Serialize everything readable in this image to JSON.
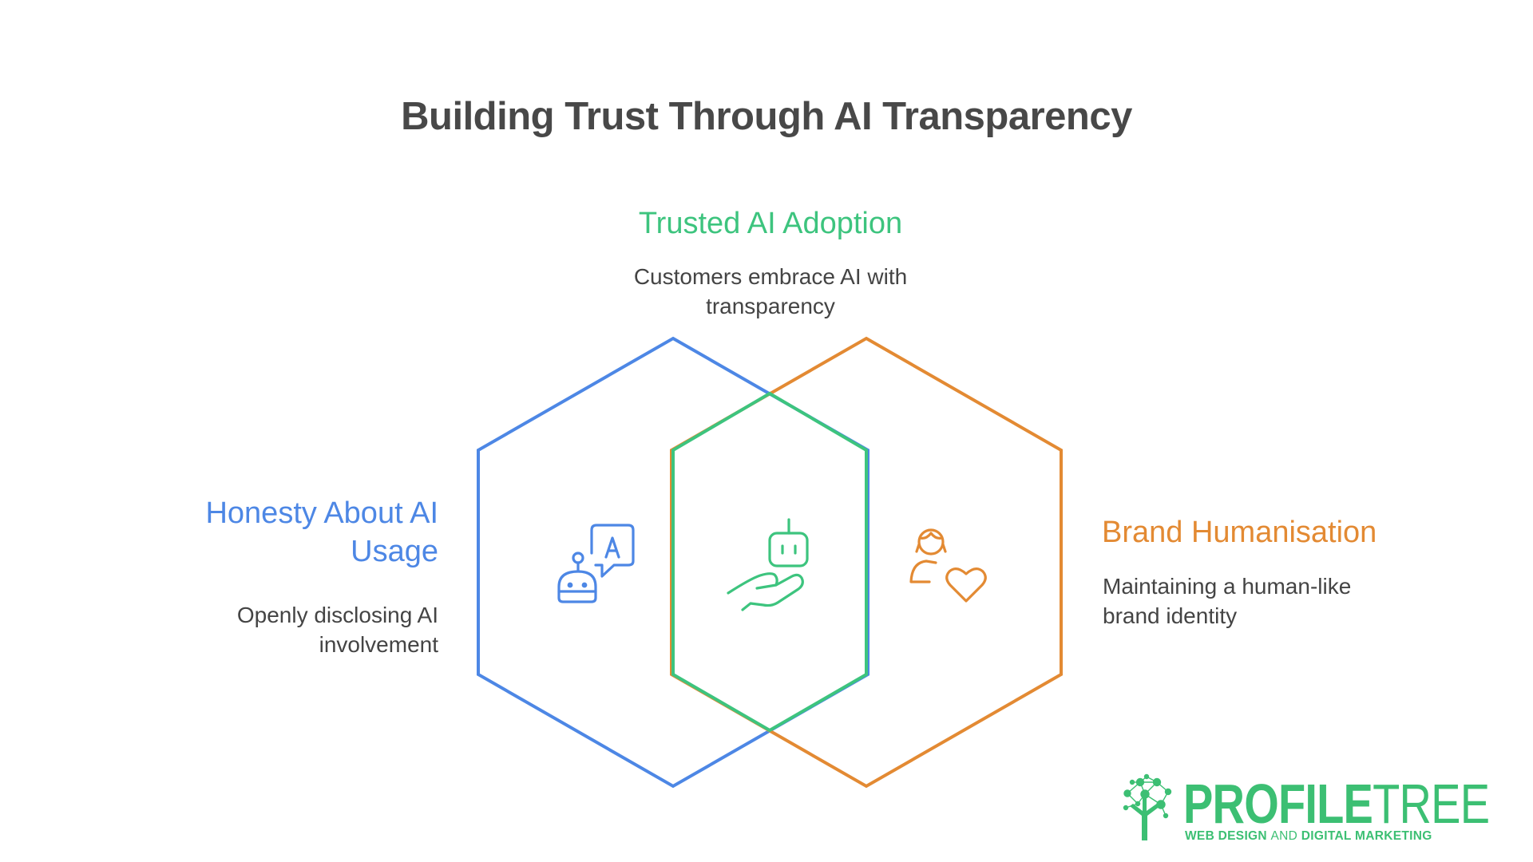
{
  "title": "Building Trust Through AI Transparency",
  "colors": {
    "title": "#484848",
    "body_text": "#444444",
    "blue": "#4d87e5",
    "green": "#3dc47e",
    "orange": "#e38a33",
    "logo_green": "#3cbf73",
    "background": "#ffffff"
  },
  "sections": [
    {
      "id": "honesty",
      "label": "Honesty About AI Usage",
      "label_lines": [
        "Honesty About AI",
        "Usage"
      ],
      "description_lines": [
        "Openly disclosing AI",
        "involvement"
      ],
      "color": "#4d87e5",
      "icon": "robot-speech-bubble-icon"
    },
    {
      "id": "trusted",
      "label": "Trusted AI Adoption",
      "description_lines": [
        "Customers embrace AI with",
        "transparency"
      ],
      "color": "#3dc47e",
      "icon": "hand-holding-robot-icon"
    },
    {
      "id": "brand",
      "label": "Brand Humanisation",
      "description_lines": [
        "Maintaining a human-like",
        "brand identity"
      ],
      "color": "#e38a33",
      "icon": "person-heart-icon"
    }
  ],
  "logo": {
    "word_bold": "PROFILE",
    "word_thin": "TREE",
    "tagline_a": "WEB DESIGN ",
    "tagline_b": "AND",
    "tagline_c": " DIGITAL MARKETING",
    "icon": "network-tree-icon"
  }
}
